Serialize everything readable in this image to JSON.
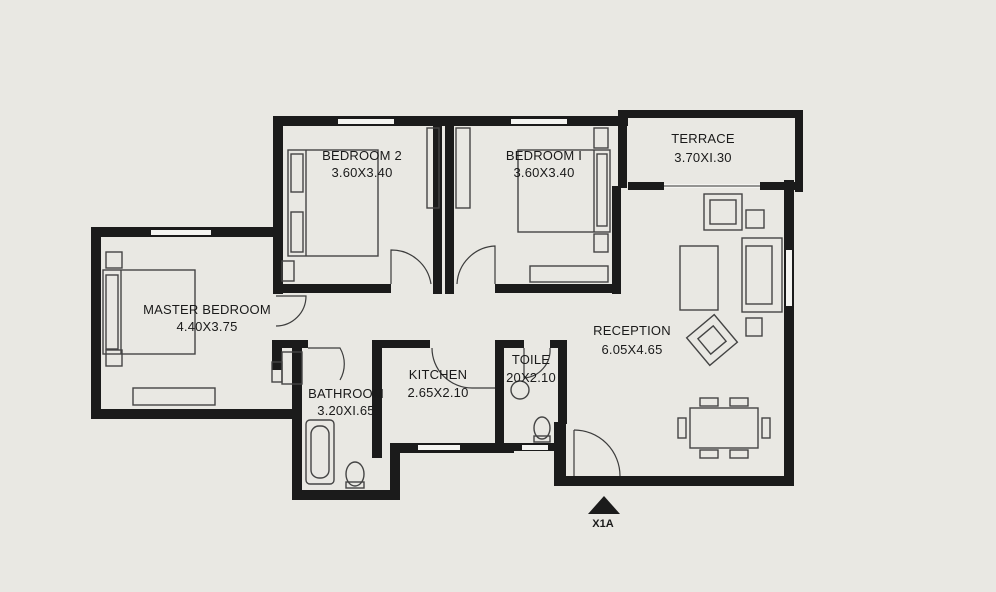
{
  "rooms": {
    "bedroom2": {
      "name": "BEDROOM 2",
      "dims": "3.60X3.40"
    },
    "bedroom1": {
      "name": "BEDROOM I",
      "dims": "3.60X3.40"
    },
    "terrace": {
      "name": "TERRACE",
      "dims": "3.70XI.30"
    },
    "master": {
      "name": "MASTER BEDROOM",
      "dims": "4.40X3.75"
    },
    "reception": {
      "name": "RECEPTION",
      "dims": "6.05X4.65"
    },
    "bathroom": {
      "name": "BATHROOM",
      "dims": "3.20XI.65"
    },
    "kitchen": {
      "name": "KITCHEN",
      "dims": "2.65X2.10"
    },
    "toilet": {
      "name": "TOILE",
      "dims": "20X2.10"
    }
  },
  "entrance": {
    "label": "X1A"
  }
}
